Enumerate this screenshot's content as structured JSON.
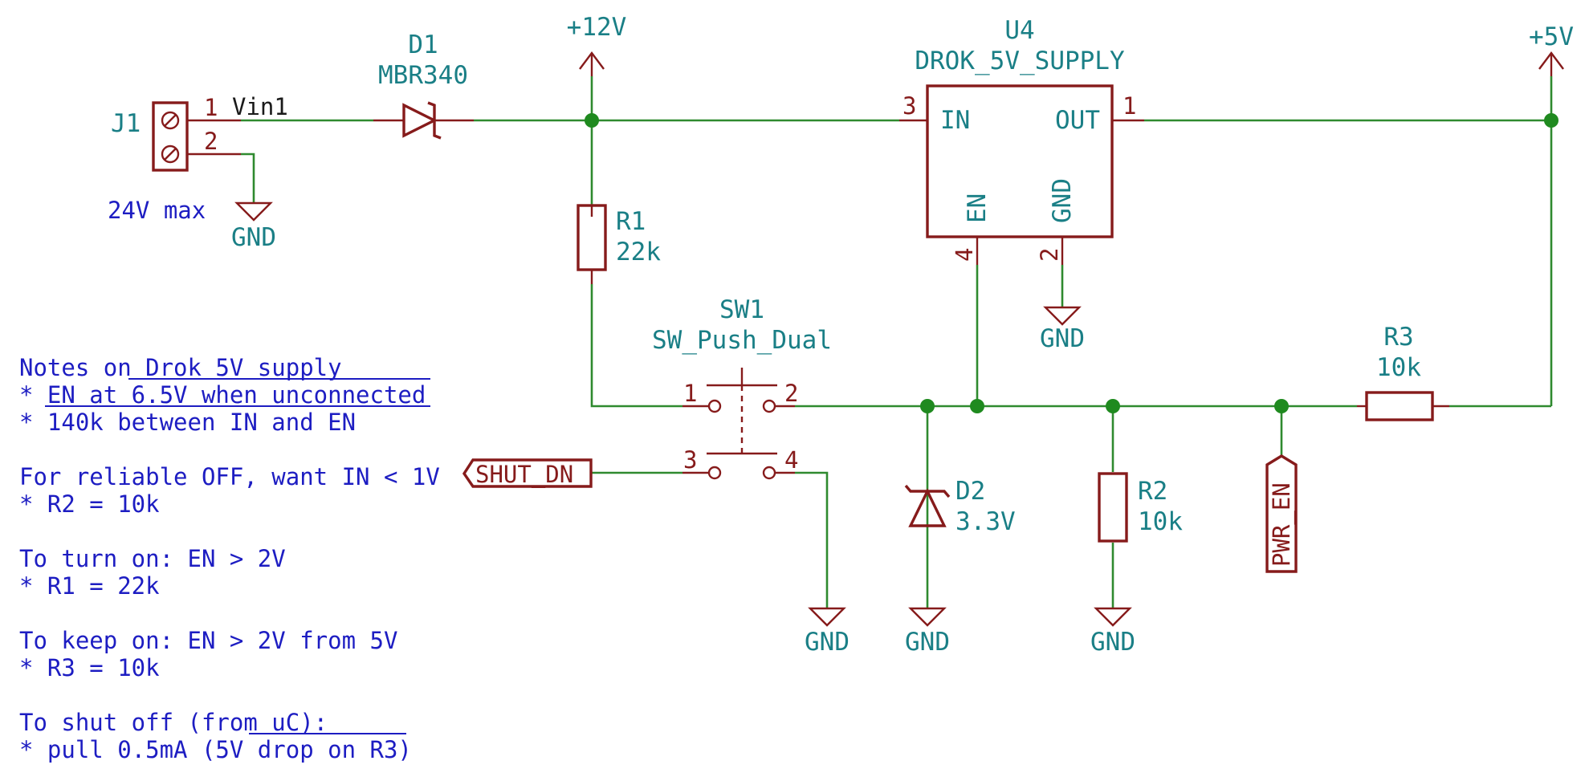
{
  "colors": {
    "wire": "#2f8a2f",
    "junction": "#1f8a1f",
    "symbol": "#861b1b",
    "reference": "#1a7f86",
    "note": "#1d1dc2",
    "ic_fill": "#ffffc2"
  },
  "power": {
    "v12": "+12V",
    "v5": "+5V",
    "gnd": "GND"
  },
  "j1": {
    "ref": "J1",
    "pin1": "1",
    "pin2": "2",
    "net": "Vin1",
    "note": "24V max"
  },
  "d1": {
    "ref": "D1",
    "value": "MBR340"
  },
  "u4": {
    "ref": "U4",
    "value": "DROK_5V_SUPPLY",
    "in": "IN",
    "out": "OUT",
    "en": "EN",
    "gnd": "GND",
    "pin_in": "3",
    "pin_out": "1",
    "pin_en": "4",
    "pin_gnd": "2"
  },
  "r1": {
    "ref": "R1",
    "value": "22k"
  },
  "r2": {
    "ref": "R2",
    "value": "10k"
  },
  "r3": {
    "ref": "R3",
    "value": "10k"
  },
  "d2": {
    "ref": "D2",
    "value": "3.3V"
  },
  "sw1": {
    "ref": "SW1",
    "value": "SW_Push_Dual",
    "p1": "1",
    "p2": "2",
    "p3": "3",
    "p4": "4"
  },
  "labels": {
    "shut_dn": "SHUT_DN",
    "pwr_en": "PWR_EN"
  },
  "notes": [
    "Notes on Drok 5V supply",
    "* EN at 6.5V when unconnected",
    "* 140k between IN and EN",
    "For reliable OFF, want IN < 1V",
    "* R2 = 10k",
    "To turn on: EN > 2V",
    "* R1 = 22k",
    "To keep on: EN > 2V from 5V",
    "* R3 = 10k",
    "To shut off (from uC):",
    "* pull 0.5mA (5V drop on R3)"
  ]
}
